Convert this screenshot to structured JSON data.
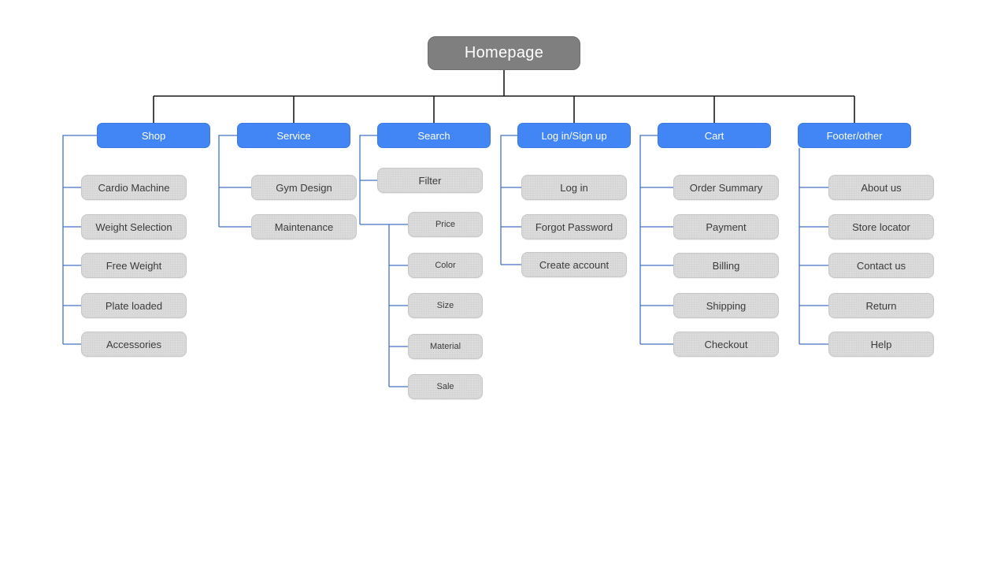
{
  "diagram": {
    "title": "Homepage",
    "colors": {
      "root_fill": "#7f7f7f",
      "branch_fill": "#4285f4",
      "leaf_fill": "#dadada",
      "connector_black": "#1c1c1c",
      "connector_blue": "#4472c4",
      "branch_text": "#ffffff",
      "leaf_text": "#3b3b3b"
    },
    "columns": [
      {
        "label": "Shop",
        "children": [
          {
            "label": "Cardio Machine"
          },
          {
            "label": "Weight Selection"
          },
          {
            "label": "Free Weight"
          },
          {
            "label": "Plate loaded"
          },
          {
            "label": "Accessories"
          }
        ]
      },
      {
        "label": "Service",
        "children": [
          {
            "label": "Gym Design"
          },
          {
            "label": "Maintenance"
          }
        ]
      },
      {
        "label": "Search",
        "children": [
          {
            "label": "Filter",
            "children": [
              {
                "label": "Price"
              },
              {
                "label": "Color"
              },
              {
                "label": "Size"
              },
              {
                "label": "Material"
              },
              {
                "label": "Sale"
              }
            ]
          }
        ]
      },
      {
        "label": "Log in/Sign up",
        "children": [
          {
            "label": "Log in"
          },
          {
            "label": "Forgot Password"
          },
          {
            "label": "Create account"
          }
        ]
      },
      {
        "label": "Cart",
        "children": [
          {
            "label": "Order Summary"
          },
          {
            "label": "Payment"
          },
          {
            "label": "Billing"
          },
          {
            "label": "Shipping"
          },
          {
            "label": "Checkout"
          }
        ]
      },
      {
        "label": "Footer/other",
        "children": [
          {
            "label": "About us"
          },
          {
            "label": "Store locator"
          },
          {
            "label": "Contact us"
          },
          {
            "label": "Return"
          },
          {
            "label": "Help"
          }
        ]
      }
    ]
  }
}
